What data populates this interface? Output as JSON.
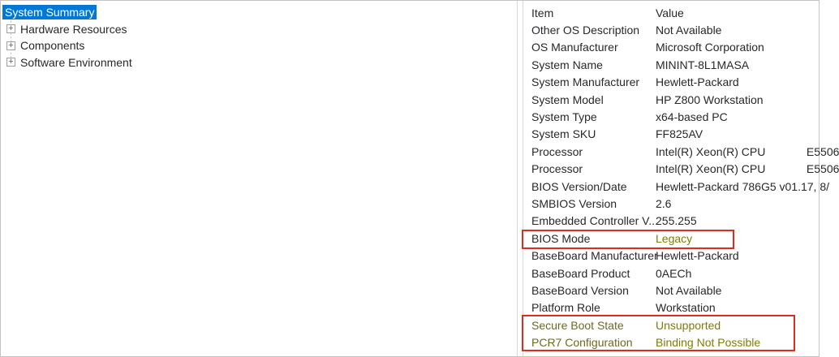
{
  "colors": {
    "selection_bg": "#0078d7",
    "selection_text": "#ffffff",
    "text": "#26282b",
    "olive_label": "#6b6b22",
    "olive_value": "#7e7e04",
    "annotation_red": "#dd2c20",
    "window_border": "#c4c4c4",
    "pane_divider": "#d8d8d8",
    "tree_connector": "#c8c8c8",
    "expander_border": "#9f9f9f",
    "expander_glyph_color": "#5f5f5f"
  },
  "icons": {
    "expand_plus": "+"
  },
  "tree": {
    "items": [
      {
        "label": "System Summary",
        "selected": true,
        "expandable": false
      },
      {
        "label": "Hardware Resources",
        "selected": false,
        "expandable": true
      },
      {
        "label": "Components",
        "selected": false,
        "expandable": true
      },
      {
        "label": "Software Environment",
        "selected": false,
        "expandable": true
      }
    ]
  },
  "details": {
    "columns": [
      "Item",
      "Value"
    ],
    "rows": [
      {
        "item": "Other OS Description",
        "value": "Not Available"
      },
      {
        "item": "OS Manufacturer",
        "value": "Microsoft Corporation"
      },
      {
        "item": "System Name",
        "value": "MININT-8L1MASA"
      },
      {
        "item": "System Manufacturer",
        "value": "Hewlett-Packard"
      },
      {
        "item": "System Model",
        "value": "HP Z800 Workstation"
      },
      {
        "item": "System Type",
        "value": "x64-based PC"
      },
      {
        "item": "System SKU",
        "value": "FF825AV"
      },
      {
        "item": "Processor",
        "value": "Intel(R) Xeon(R) CPU             E5506"
      },
      {
        "item": "Processor",
        "value": "Intel(R) Xeon(R) CPU             E5506"
      },
      {
        "item": "BIOS Version/Date",
        "value": "Hewlett-Packard 786G5 v01.17, 8/"
      },
      {
        "item": "SMBIOS Version",
        "value": "2.6"
      },
      {
        "item": "Embedded Controller V...",
        "value": "255.255"
      },
      {
        "item": "BIOS Mode",
        "value": "Legacy",
        "olive": "value"
      },
      {
        "item": "BaseBoard Manufacturer",
        "value": "Hewlett-Packard"
      },
      {
        "item": "BaseBoard Product",
        "value": "0AECh"
      },
      {
        "item": "BaseBoard Version",
        "value": "Not Available"
      },
      {
        "item": "Platform Role",
        "value": "Workstation"
      },
      {
        "item": "Secure Boot State",
        "value": "Unsupported",
        "olive": "both"
      },
      {
        "item": "PCR7 Configuration",
        "value": "Binding Not Possible",
        "olive": "both"
      }
    ]
  }
}
